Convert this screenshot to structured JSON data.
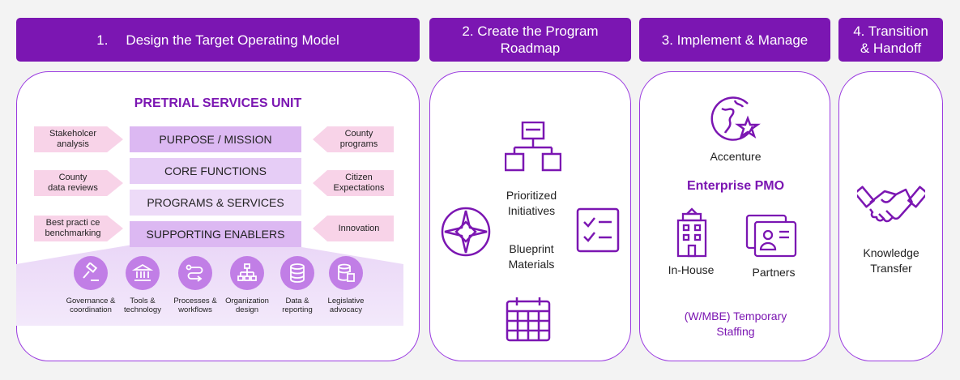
{
  "phases": [
    {
      "number": "1.",
      "title": "Design the Target Operating Model"
    },
    {
      "title": "2. Create the Program\nRoadmap"
    },
    {
      "title": "3. Implement & Manage"
    },
    {
      "title": "4. Transition\n& Handoff"
    }
  ],
  "panel1": {
    "title": "PRETRIAL SERVICES UNIT",
    "layers": [
      "PURPOSE / MISSION",
      "CORE FUNCTIONS",
      "PROGRAMS & SERVICES",
      "SUPPORTING ENABLERS"
    ],
    "left_inputs": [
      "Stakeholcer\nanalysis",
      "County\ndata reviews",
      "Best practi ce\nbenchmarking"
    ],
    "right_inputs": [
      "County\nprograms",
      "Citizen\nExpectations",
      "Innovation"
    ],
    "enablers": [
      {
        "label": "Governance &\ncoordination",
        "icon": "gavel-icon"
      },
      {
        "label": "Tools &\ntechnology",
        "icon": "building-columns-icon"
      },
      {
        "label": "Processes &\nworkflows",
        "icon": "process-flow-icon"
      },
      {
        "label": "Organization\ndesign",
        "icon": "org-chart-icon"
      },
      {
        "label": "Data &\nreporting",
        "icon": "database-icon"
      },
      {
        "label": "Legislative\nadvocacy",
        "icon": "document-database-icon"
      }
    ]
  },
  "panel2": {
    "initiatives": "Prioritized\nInitiatives",
    "materials": "Blueprint\nMaterials"
  },
  "panel3": {
    "accenture": "Accenture",
    "pmo": "Enterprise PMO",
    "inhouse": "In-House",
    "partners": "Partners",
    "staffing": "(W/MBE) Temporary\nStaffing"
  },
  "panel4": {
    "label": "Knowledge\nTransfer"
  },
  "colors": {
    "accent": "#7b16b2",
    "panel_border": "#9a3ae0",
    "layer_fill": "#ead7f7",
    "arrow_fill": "#f8d3e8"
  }
}
